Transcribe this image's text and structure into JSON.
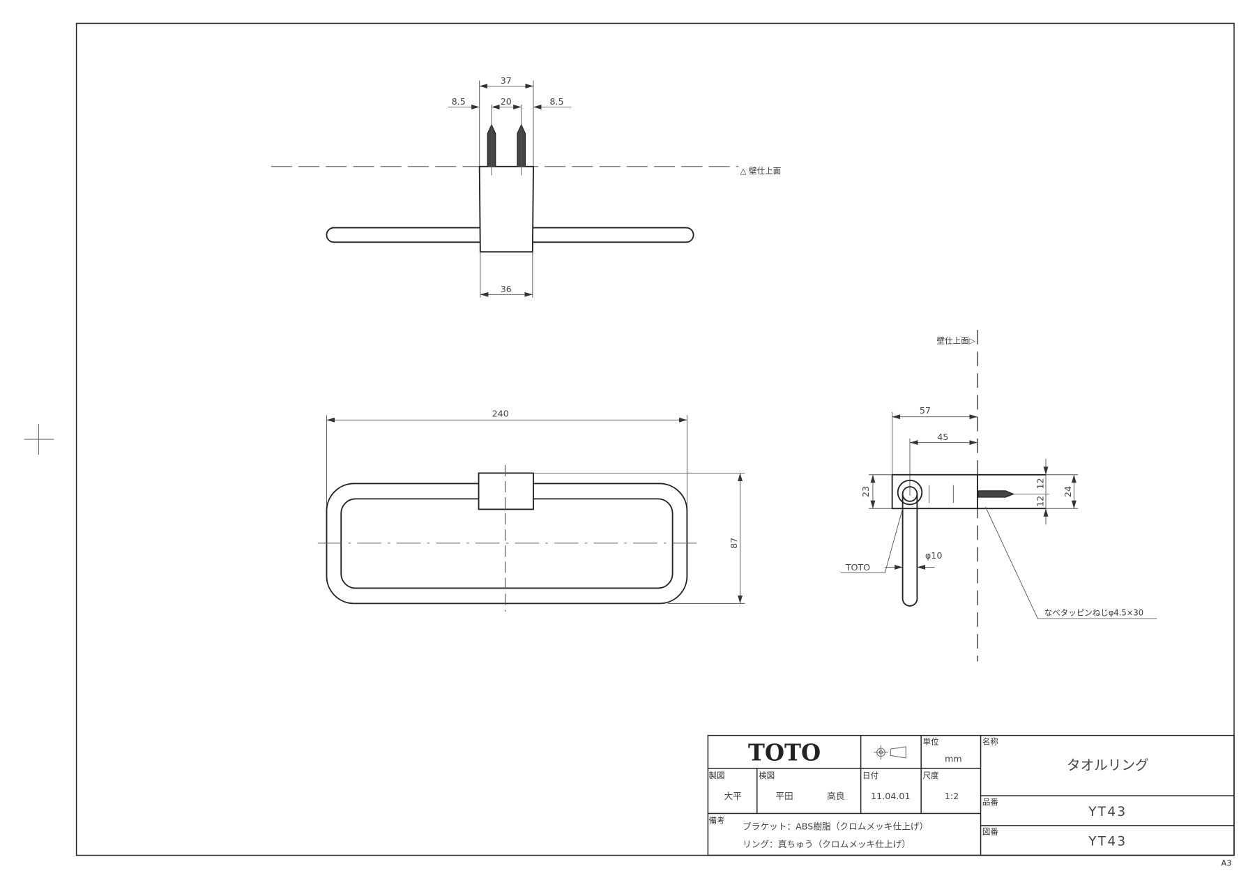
{
  "top_view": {
    "dim_overall": "37",
    "dim_left": "8.5",
    "dim_center": "20",
    "dim_right": "8.5",
    "dim_base": "36",
    "wall_label": "△ 壁仕上面"
  },
  "front_view": {
    "dim_width": "240",
    "dim_height": "87"
  },
  "side_view": {
    "wall_label": "壁仕上面▷",
    "dim_57": "57",
    "dim_45": "45",
    "dim_23": "23",
    "dim_12a": "12",
    "dim_12b": "12",
    "dim_24": "24",
    "dim_phi10": "φ10",
    "logo_label": "TOTO",
    "screw_label": "なべタッピンねじφ4.5×30"
  },
  "title_block": {
    "logo": "TOTO",
    "unit_label": "単位",
    "unit": "mm",
    "name_label": "名称",
    "name": "タオルリング",
    "drawn_label": "製図",
    "drawn_by": "大平",
    "checked_label": "検図",
    "checked_by_1": "平田",
    "checked_by_2": "高良",
    "date_label": "日付",
    "date": "11.04.01",
    "scale_label": "尺度",
    "scale": "1:2",
    "part_no_label": "品番",
    "part_no": "YT43",
    "drawing_no_label": "図番",
    "drawing_no": "YT43",
    "notes_label": "備考",
    "note_1": "ブラケット：ABS樹脂（クロムメッキ仕上げ）",
    "note_2": "リング：真ちゅう（クロムメッキ仕上げ）"
  },
  "paper_size": "A3"
}
